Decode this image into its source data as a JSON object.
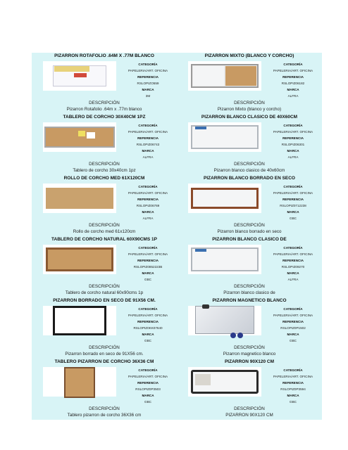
{
  "labels": {
    "categoria": "CATEGORÍA",
    "referencia": "REFERENCIA",
    "marca": "MARCA",
    "descripcion": "DESCRIPCIÓN"
  },
  "products": [
    {
      "title": "PIZARRON ROTAFOLIO .64M X .77M BLANCO",
      "categoria": "PAPELERIA/ART. OFICINA",
      "referencia": "RSLOPIZO559",
      "marca": "3M",
      "descripcion": "Pizarron Rotafolio .64m x .77m blanco",
      "image": "flipchart-pad"
    },
    {
      "title": "PIZARRON MIXTO (BLANCO Y CORCHO)",
      "categoria": "PAPELERIA/ART. OFICINA",
      "referencia": "RSLOPIZ06182",
      "marca": "ALFRA",
      "descripcion": "Pizarron Mixto (blanco y corcho)",
      "image": "mixed-board"
    },
    {
      "title": "TABLERO DE CORCHO 30X40CM 1PZ",
      "categoria": "PAPELERIA/ART. OFICINA",
      "referencia": "RSLOPIZ06743",
      "marca": "ALFRA",
      "descripcion": "Tablero de corcho 30x40cm 1pz",
      "image": "cork-board"
    },
    {
      "title": "PIZARRON BLANCO CLASICO DE 40X60CM",
      "categoria": "PAPELERIA/ART. OFICINA",
      "referencia": "RSLOPIZ06301",
      "marca": "ALFRA",
      "descripcion": "Pizarron blanco clasico de 40x60cm",
      "image": "white-board"
    },
    {
      "title": "ROLLO DE CORCHO MED 61X120CM",
      "categoria": "PAPELERIA/ART. OFICINA",
      "referencia": "RSLOPIZ06769",
      "marca": "ALFRA",
      "descripcion": "Rollo de corcho med 61x120cm",
      "image": "cork-roll"
    },
    {
      "title": "PIZARRON BLANCO BORRADO EN SECO",
      "categoria": "PAPELERIA/ART. OFICINA",
      "referencia": "RSLOPIZ0712238",
      "marca": "GBC",
      "descripcion": "Pizarron blanco borrado en seco",
      "image": "white-board-wood"
    },
    {
      "title": "TABLERO DE CORCHO NATURAL 60X90CMS 1P",
      "categoria": "PAPELERIA/ART. OFICINA",
      "referencia": "RSLOPIZ0852223B",
      "marca": "GBC",
      "descripcion": "Tablero de corcho natural 60x90cms 1p",
      "image": "cork-board"
    },
    {
      "title": "PIZARRON BLANCO CLASICO DE",
      "categoria": "PAPELERIA/ART. OFICINA",
      "referencia": "RSLOPIZ09270",
      "marca": "ALFRA",
      "descripcion": "Pizarron blanco clasico de",
      "image": "white-board"
    },
    {
      "title": "PIZARRON BORRADO EN SECO DE 91X56 CM.",
      "categoria": "PAPELERIA/ART. OFICINA",
      "referencia": "RSLOPIZ0KK07640",
      "marca": "GBC",
      "descripcion": "Pizarron borrado en seco de 91X56 cm.",
      "image": "black-frame-board"
    },
    {
      "title": "PIZARRON MAGNETICO BLANCO",
      "categoria": "PAPELERIA/ART. OFICINA",
      "referencia": "RSLOPIZ0P1502",
      "marca": "GBC",
      "descripcion": "Pizarron magnetico blanco",
      "image": "magnetic-board"
    },
    {
      "title": "TABLERO PIZARRON DE CORCHO 36X36 CM",
      "categoria": "PAPELERIA/ART. OFICINA",
      "referencia": "RSLOPIZ0P3503",
      "marca": "GBC",
      "descripcion": "Tablero pizarron de corcho 36X36 cm",
      "image": "cork-board"
    },
    {
      "title": "PIZARRON 90X120 CM",
      "categoria": "PAPELERIA/ART. OFICINA",
      "referencia": "RSLOPIZ0P3594",
      "marca": "GBC",
      "descripcion": "PIZARRON 90X120 CM",
      "image": "white-board-dark"
    }
  ]
}
